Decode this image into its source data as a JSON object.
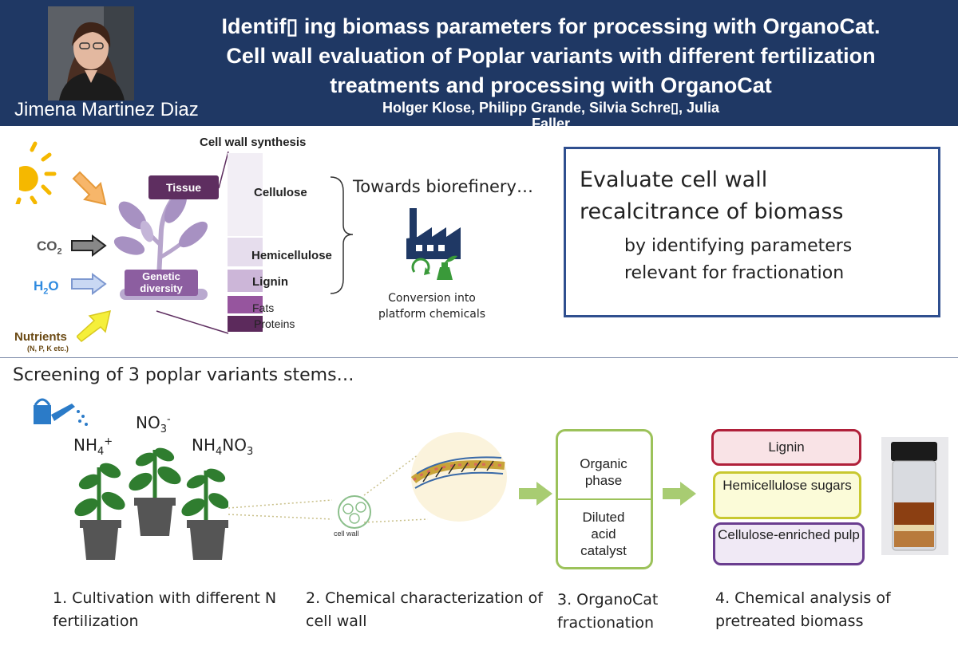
{
  "header": {
    "author_name": "Jimena Martinez Diaz",
    "title_line1": "Identif▯ ing biomass parameters for processing with OrganoCat.",
    "title_line2": "Cell wall evaluation of Poplar variants with different fertilization",
    "title_line3": "treatments and processing with OrganoCat",
    "authors_line1": "Holger Klose, Philipp Grande, Silvia Schre▯, Julia",
    "authors_line2": "Faller"
  },
  "top_panel": {
    "cell_wall_synthesis": "Cell wall synthesis",
    "tissue": "Tissue",
    "genetic_diversity": "Genetic diversity",
    "co2": "CO",
    "co2_sub": "2",
    "h2o_h": "H",
    "h2o_sub": "2",
    "h2o_o": "O",
    "nutrients": "Nutrients",
    "nutrients_sub": "(N, P, K etc.)",
    "components": [
      "Cellulose",
      "Hemicellulose",
      "Lignin",
      "Fats",
      "Proteins"
    ],
    "towards": "Towards biorefinery…",
    "conversion": "Conversion into platform chemicals",
    "goal_line1": "Evaluate cell wall",
    "goal_line2": "recalcitrance of biomass",
    "goal_line3": "by identifying parameters",
    "goal_line4": "relevant for fractionation"
  },
  "bottom_panel": {
    "heading": "Screening of 3 poplar variants stems…",
    "nh4": "NH",
    "nh4_sub": "4",
    "nh4_sup": "+",
    "no3": "NO",
    "no3_sub": "3",
    "no3_sup": "-",
    "nh4no3_a": "NH",
    "nh4no3_sub1": "4",
    "nh4no3_b": "NO",
    "nh4no3_sub2": "3",
    "cell_wall": "cell wall",
    "organic_phase": "Organic phase",
    "diluted": "Diluted acid catalyst",
    "lignin": "Lignin",
    "hemicellulose_sugars": "Hemicellulose sugars",
    "cellulose_pulp": "Cellulose-enriched pulp",
    "step1": "1. Cultivation with different N fertilization",
    "step2": "2. Chemical characterization of cell wall",
    "step3": "3. OrganoCat fractionation",
    "step4": "4. Chemical analysis of pretreated biomass"
  },
  "colors": {
    "header_bg": "#1f3864",
    "goal_border": "#2f4f8f",
    "organocat_border": "#9cc25a",
    "lignin_border": "#b0203a",
    "hemi_border": "#c8c830",
    "pulp_border": "#6a3d8f",
    "plant_green": "#2f7d2f",
    "plant_purple": "#8a6ea8"
  }
}
